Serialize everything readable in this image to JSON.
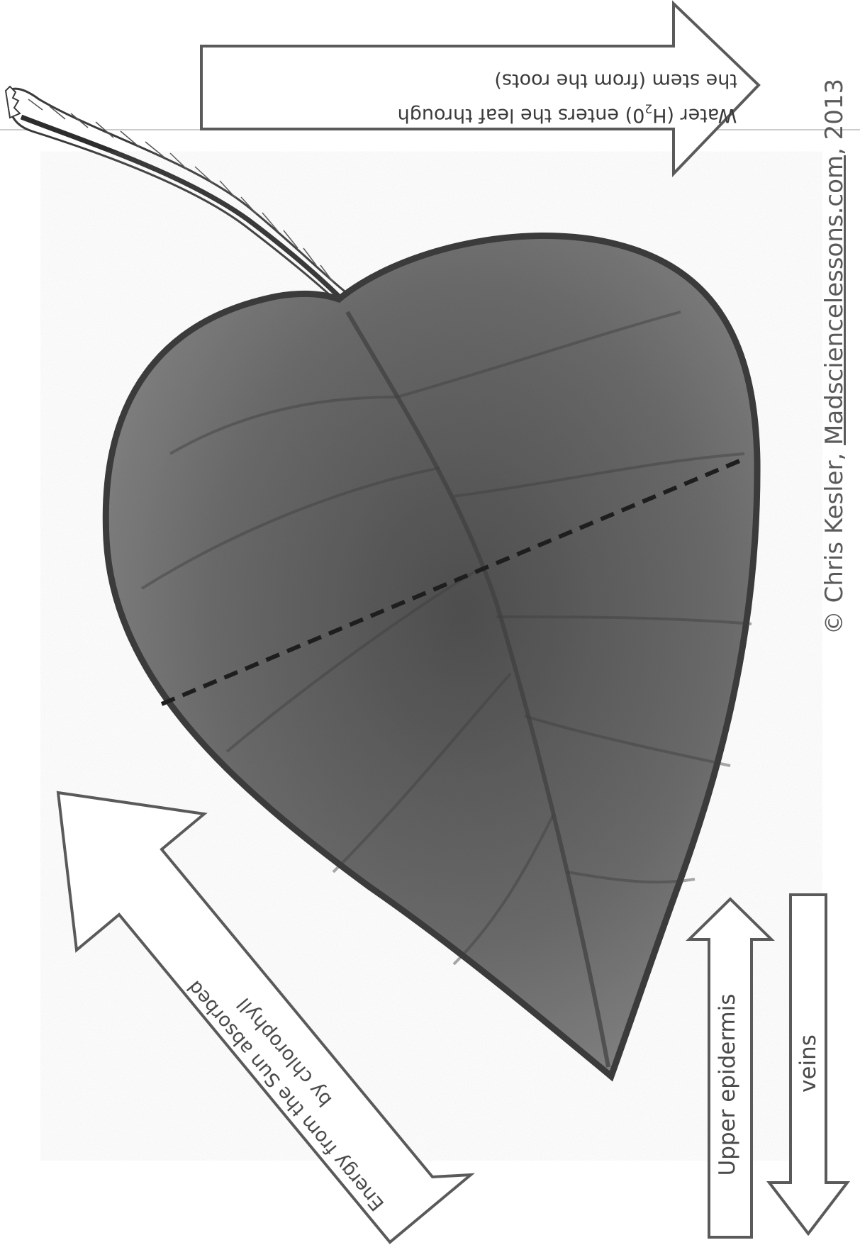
{
  "worksheet": {
    "water_arrow": {
      "line1_prefix": "Water (H",
      "line1_sub": "2",
      "line1_suffix": "0) enters the leaf through",
      "line2": "the  stem (from the roots)"
    },
    "energy_arrow": {
      "line1": "Energy from the Sun absorbed",
      "line2": "by chlorophyll"
    },
    "upper_epidermis_arrow": {
      "label": "Upper epidermis"
    },
    "veins_arrow": {
      "label": "veins"
    },
    "copyright": {
      "prefix": "© Chris Kesler, ",
      "site": "Madsciencelessons.com",
      "suffix": ", 2013"
    }
  },
  "colors": {
    "leaf_fill": "#6e6e6e",
    "leaf_outline": "#3c3c3c",
    "arrow_stroke": "#5a5a5a",
    "text": "#4a4a4a"
  }
}
